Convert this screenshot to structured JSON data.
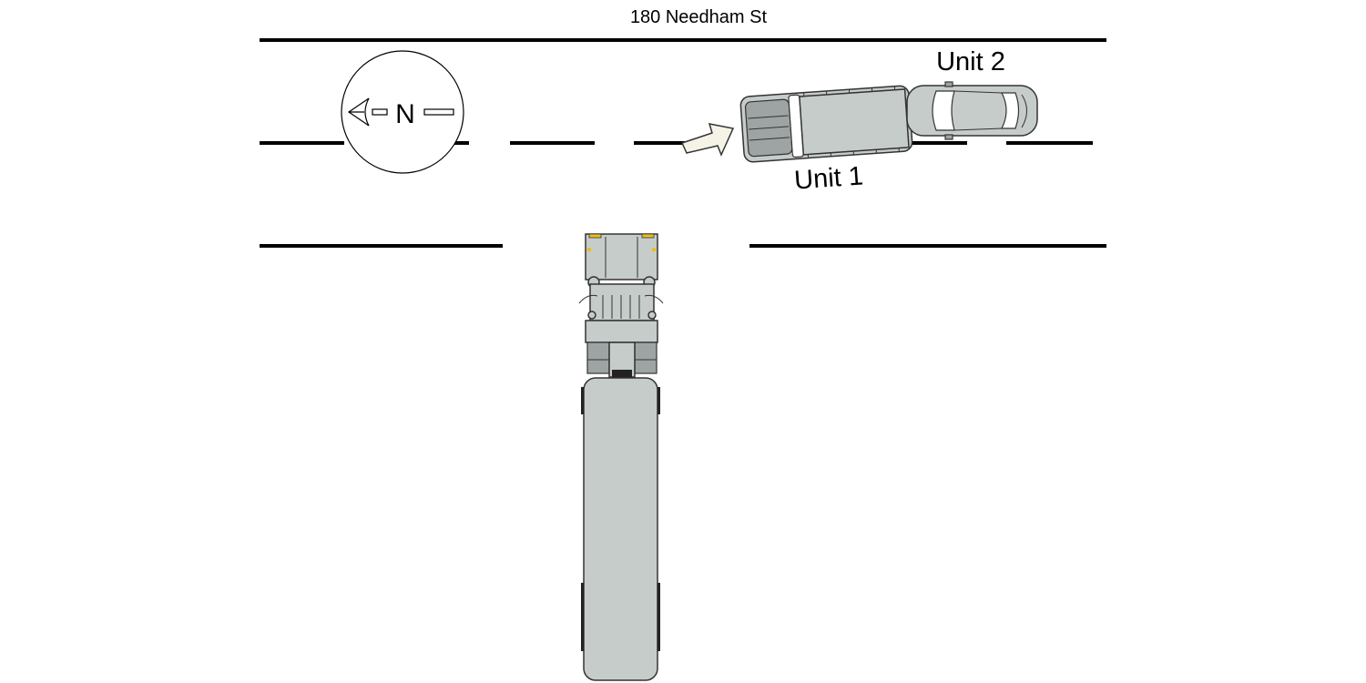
{
  "street": {
    "name": "180 Needham St"
  },
  "compass": {
    "label": "N"
  },
  "units": [
    {
      "label": "Unit 1",
      "vehicle": "pickup-truck"
    },
    {
      "label": "Unit 2",
      "vehicle": "sedan"
    },
    {
      "label": "",
      "vehicle": "tractor-trailer"
    }
  ],
  "colors": {
    "vehicle_body": "#c6ccca",
    "vehicle_dark": "#9ea4a3",
    "arrow_fill": "#f5f3e6",
    "marker_lights": "#e8c020"
  }
}
